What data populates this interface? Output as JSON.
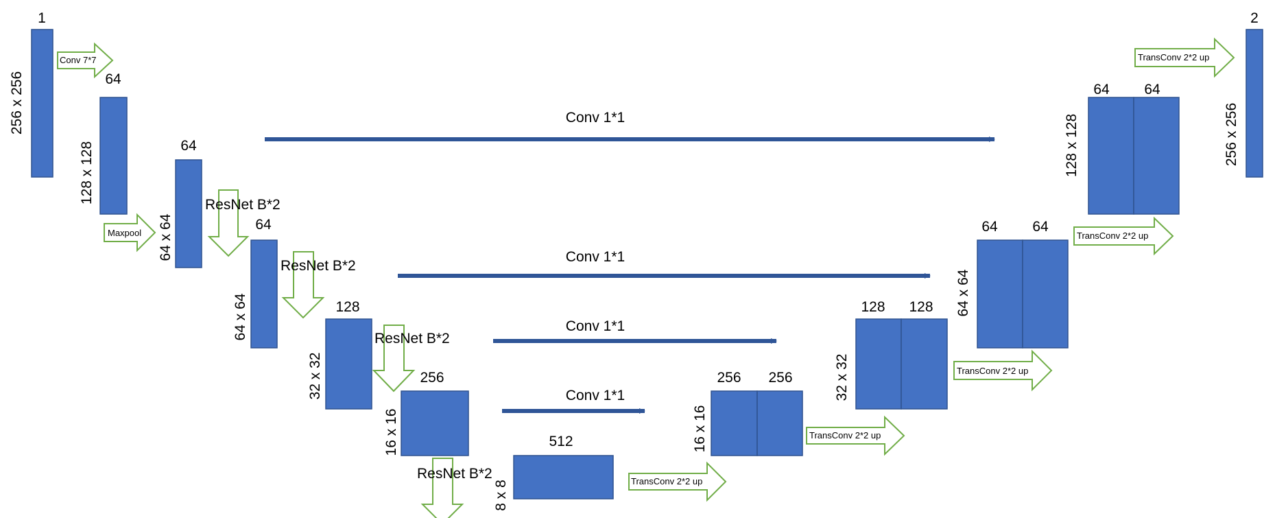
{
  "colors": {
    "block": "#4472C4",
    "block_stroke": "#2F528F",
    "arrow_outline": "#70AD47",
    "skip_arrow": "#2F5597"
  },
  "blocks": [
    {
      "id": "input",
      "channels": "1",
      "size": "256 x 256"
    },
    {
      "id": "enc1",
      "channels": "64",
      "size": "128 x 128"
    },
    {
      "id": "enc2",
      "channels": "64",
      "size": "64 x 64"
    },
    {
      "id": "enc3",
      "channels": "64",
      "size": "64 x 64"
    },
    {
      "id": "enc4",
      "channels": "128",
      "size": "32 x 32"
    },
    {
      "id": "enc5",
      "channels": "256",
      "size": "16 x 16"
    },
    {
      "id": "bottleneck",
      "channels": "512",
      "size": "8 x 8"
    },
    {
      "id": "dec1",
      "channels_left": "256",
      "channels_right": "256",
      "size": "16 x 16"
    },
    {
      "id": "dec2",
      "channels_left": "128",
      "channels_right": "128",
      "size": "32 x 32"
    },
    {
      "id": "dec3",
      "channels_left": "64",
      "channels_right": "64",
      "size": "64 x 64"
    },
    {
      "id": "dec4",
      "channels_left": "64",
      "channels_right": "64",
      "size": "128 x 128"
    },
    {
      "id": "output",
      "channels": "2",
      "size": "256 x 256"
    }
  ],
  "ops": {
    "conv7": "Conv 7*7",
    "maxpool": "Maxpool",
    "resnet": "ResNet B*2",
    "conv1": "Conv 1*1",
    "transconv": "TransConv 2*2 up"
  }
}
